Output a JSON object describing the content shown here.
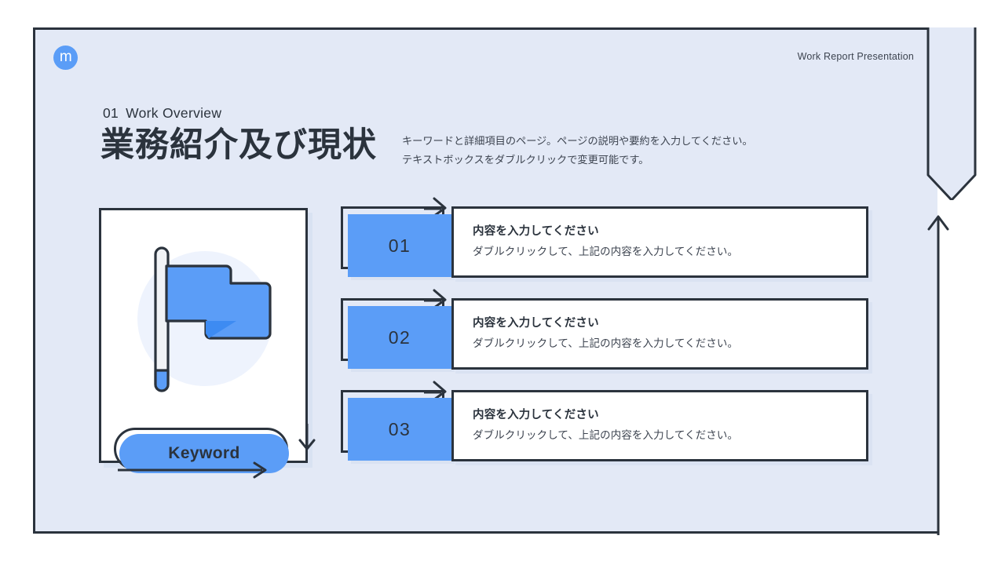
{
  "header": {
    "logo_glyph": "m",
    "label": "Work Report Presentation"
  },
  "title_block": {
    "eyebrow_number": "01",
    "eyebrow_text": "Work Overview",
    "title": "業務紹介及び現状",
    "lede_line1": "キーワードと詳細項目のページ。ページの説明や要約を入力してください。",
    "lede_line2": "テキストボックスをダブルクリックで変更可能です。"
  },
  "left_card": {
    "illustration": "flag-icon",
    "keyword_label": "Keyword"
  },
  "rows": [
    {
      "number": "01",
      "heading": "内容を入力してください",
      "body": "ダブルクリックして、上記の内容を入力してください。"
    },
    {
      "number": "02",
      "heading": "内容を入力してください",
      "body": "ダブルクリックして、上記の内容を入力してください。"
    },
    {
      "number": "03",
      "heading": "内容を入力してください",
      "body": "ダブルクリックして、上記の内容を入力してください。"
    }
  ],
  "colors": {
    "accent_blue": "#5b9df7",
    "accent_blue_dark": "#3d8bf2",
    "ink": "#2b333d",
    "canvas": "#e3e9f6",
    "card": "#ffffff",
    "circle_tint": "#eef3fd"
  }
}
